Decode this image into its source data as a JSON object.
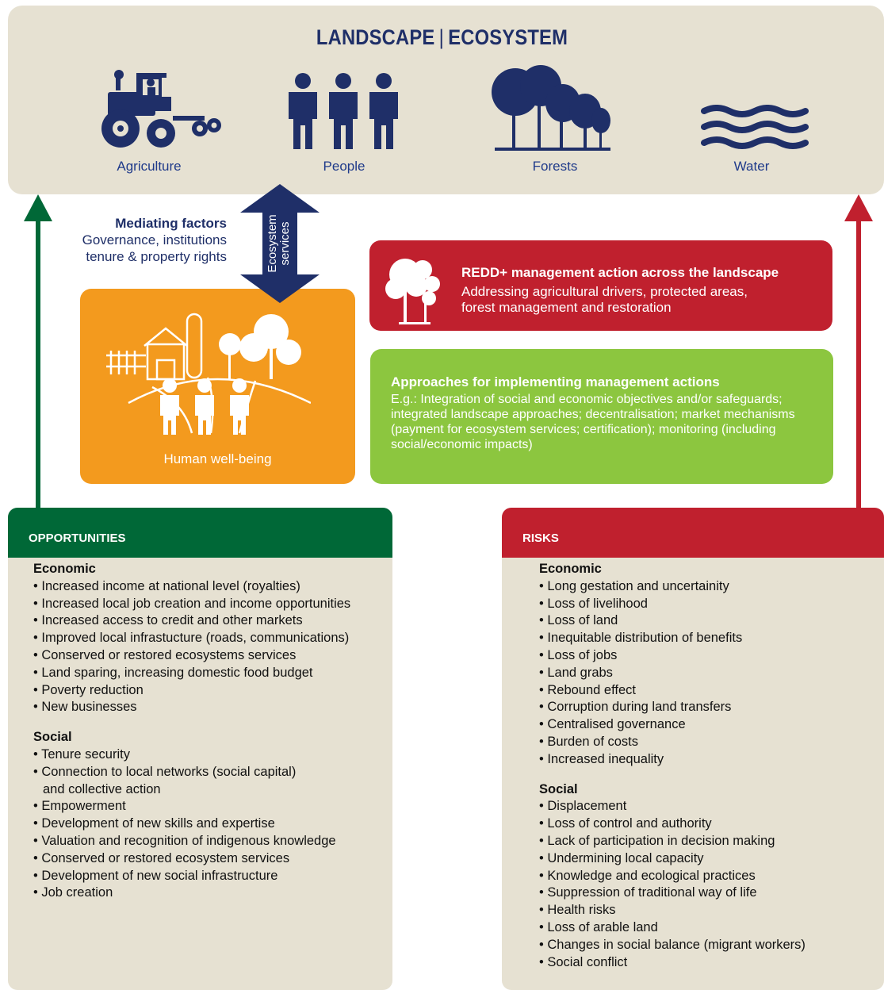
{
  "landscape": {
    "title_left": "LANDSCAPE",
    "title_sep": "|",
    "title_right": "ECOSYSTEM",
    "icons": [
      {
        "label": "Agriculture",
        "icon": "tractor-icon"
      },
      {
        "label": "People",
        "icon": "people-icon"
      },
      {
        "label": "Forests",
        "icon": "forest-icon"
      },
      {
        "label": "Water",
        "icon": "water-icon"
      }
    ]
  },
  "mediating": {
    "title": "Mediating factors",
    "line1": "Governance, institutions",
    "line2": "tenure & property rights"
  },
  "ecosystem_services": {
    "line1": "Ecosystem",
    "line2": "services"
  },
  "wellbeing": {
    "label": "Human well-being"
  },
  "redd": {
    "title": "REDD+ management action across the landscape",
    "line1": "Addressing agricultural drivers,  protected areas,",
    "line2": "forest management and restoration"
  },
  "approaches": {
    "title": "Approaches for implementing management actions",
    "text": "E.g.: Integration of social and economic objectives and/or safeguards; integrated landscape approaches; decentralisation; market mechanisms (payment for ecosystem services; certification); monitoring (including social/economic impacts)"
  },
  "opportunities": {
    "header": "OPPORTUNITIES",
    "economic_title": "Economic",
    "economic": [
      "• Increased income at national level (royalties)",
      "• Increased local job creation and income opportunities",
      "• Increased access to credit and other markets",
      "• Improved local infrastucture (roads, communications)",
      "• Conserved or restored ecosystems services",
      "• Land sparing, increasing domestic food budget",
      "• Poverty reduction",
      "• New businesses"
    ],
    "social_title": "Social",
    "social": [
      "• Tenure security",
      "• Connection to local networks (social capital)",
      "and collective action",
      "• Empowerment",
      "• Development of new skills and expertise",
      "• Valuation and recognition of indigenous knowledge",
      "• Conserved or restored ecosystem services",
      "• Development of new social infrastructure",
      "• Job creation"
    ]
  },
  "risks": {
    "header": "RISKS",
    "economic_title": "Economic",
    "economic": [
      "• Long gestation and uncertainity",
      "• Loss of livelihood",
      "• Loss of land",
      "• Inequitable distribution of benefits",
      "• Loss of jobs",
      "• Land grabs",
      "• Rebound effect",
      "• Corruption during land transfers",
      "• Centralised governance",
      "• Burden of costs",
      "• Increased inequality"
    ],
    "social_title": "Social",
    "social": [
      "• Displacement",
      "• Loss of control and authority",
      "• Lack of participation in decision making",
      "• Undermining local capacity",
      "• Knowledge and ecological practices",
      "• Suppression of traditional way of life",
      "• Health risks",
      "• Loss of arable land",
      "• Changes in social balance (migrant workers)",
      "• Social conflict"
    ]
  },
  "colors": {
    "navy": "#1f2f68",
    "beige": "#e6e1d2",
    "green_dark": "#006837",
    "red": "#c0202e",
    "orange": "#f39a1e",
    "green_light": "#8cc63f"
  }
}
